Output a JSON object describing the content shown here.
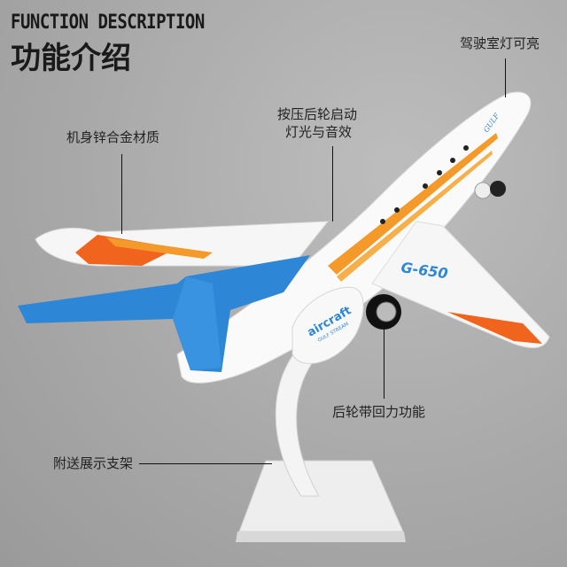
{
  "header": {
    "title_en": "FUNCTION DESCRIPTION",
    "title_cn": "功能介绍"
  },
  "callouts": {
    "cockpit_light": "驾驶室灯可亮",
    "body_material": "机身锌合金材质",
    "press_wheel_line1": "按压后轮启动",
    "press_wheel_line2": "灯光与音效",
    "pullback": "后轮带回力功能",
    "stand": "附送展示支架"
  },
  "product_markings": {
    "model": "G-650",
    "brand": "aircraft",
    "sub_brand": "GULF STREAM",
    "nose": "GULF"
  },
  "colors": {
    "blue": "#2e86d6",
    "orange": "#f08a1c",
    "red": "#e8401c",
    "background": "#a9a9a9"
  }
}
